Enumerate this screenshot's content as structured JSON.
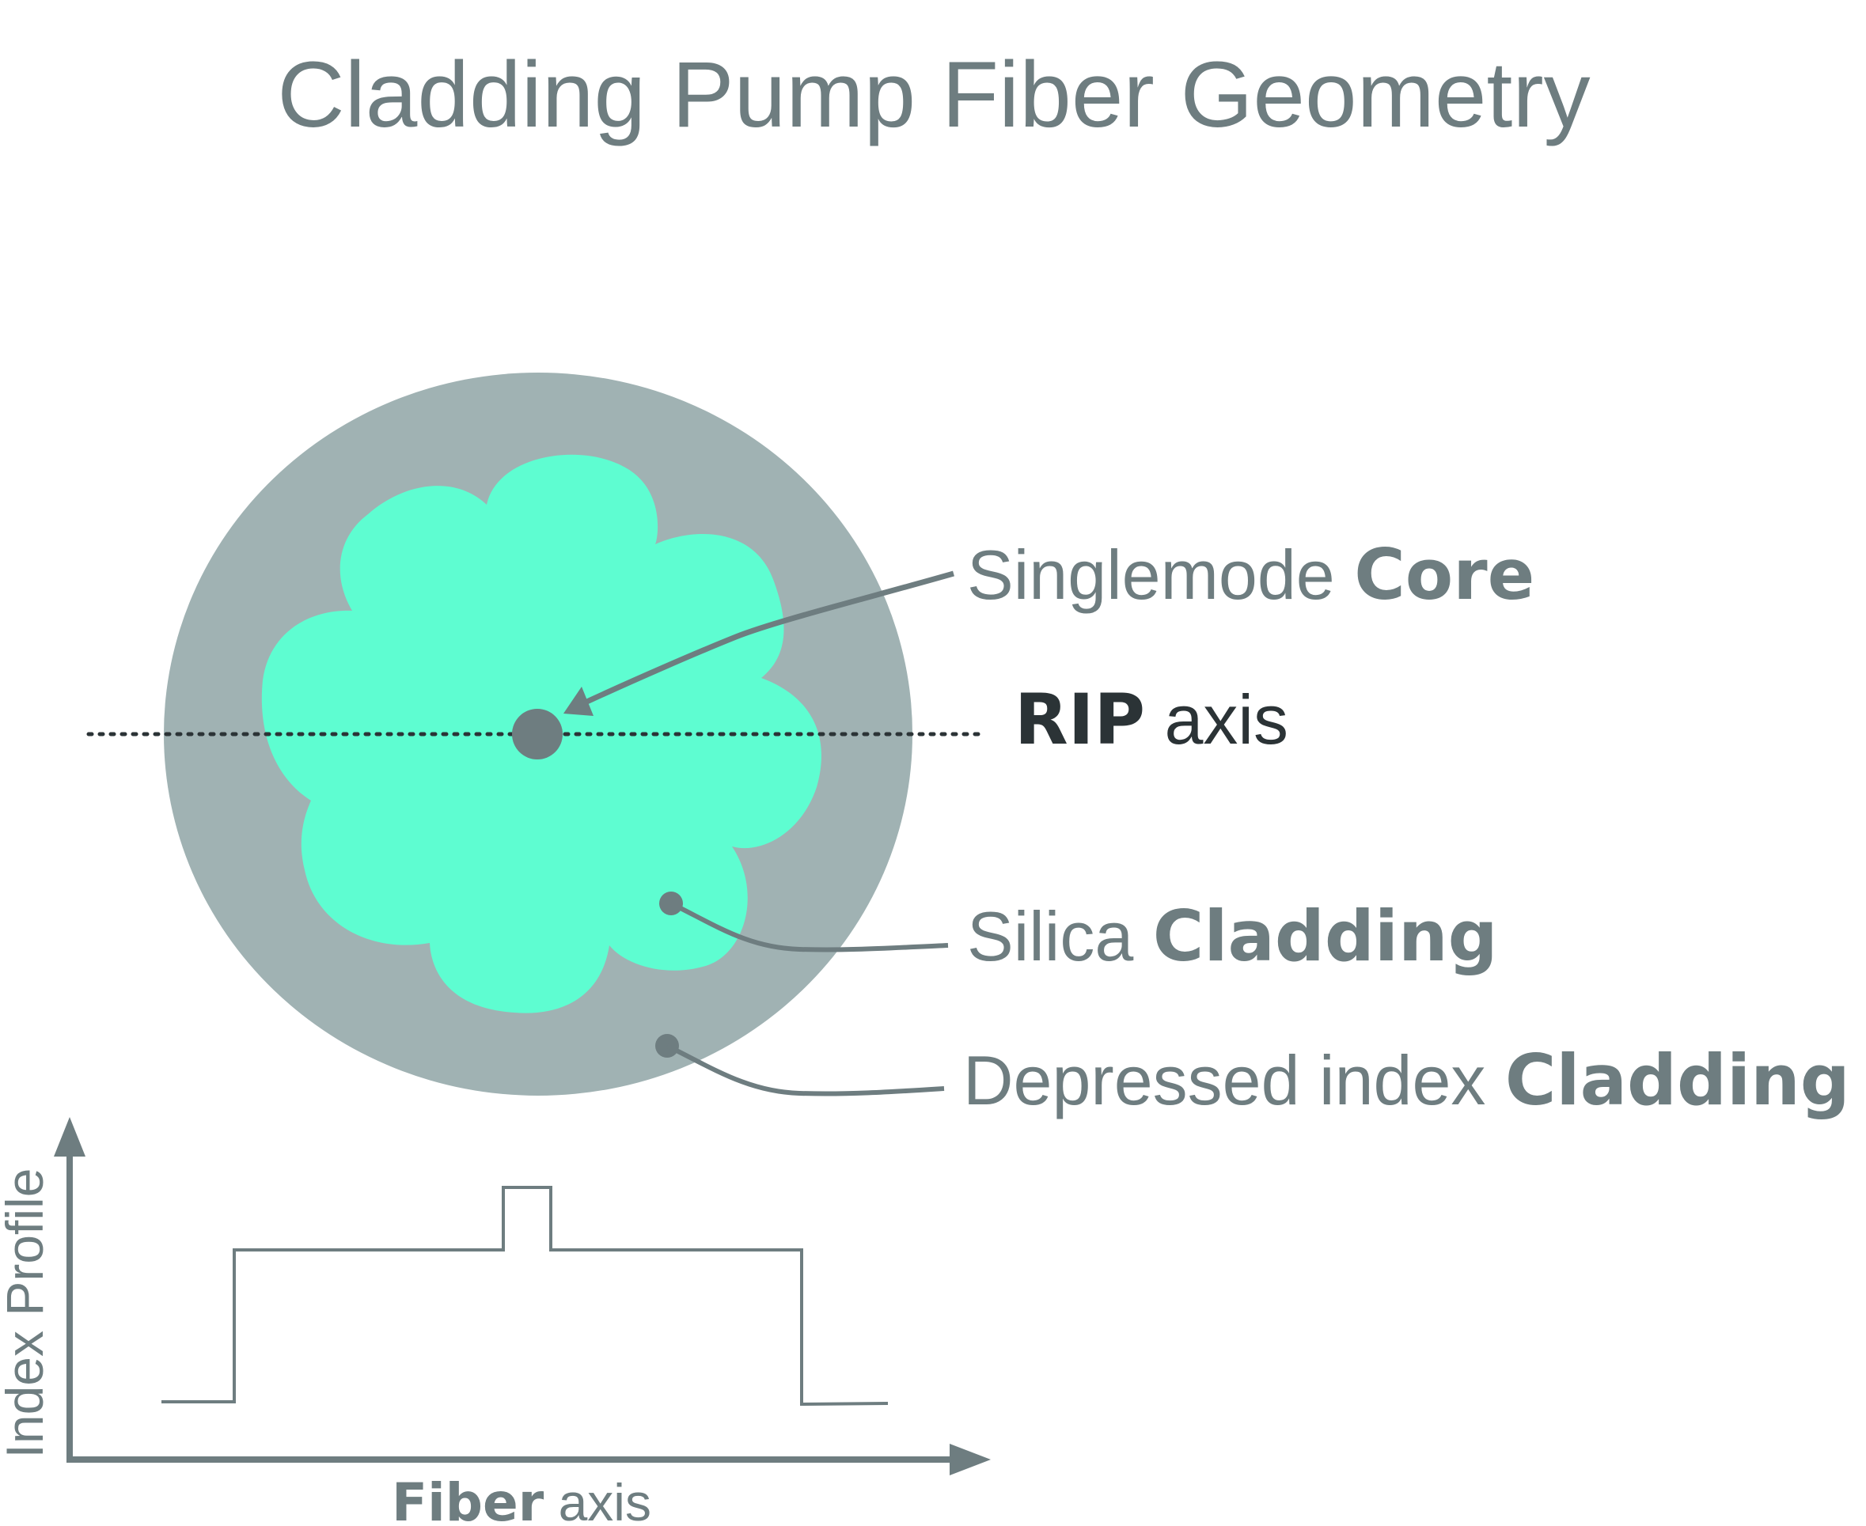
{
  "title": "Cladding Pump Fiber Geometry",
  "labels": {
    "core": {
      "prefix": "Singlemode ",
      "bold": "Core"
    },
    "rip": {
      "bold": "RIP",
      "suffix": " axis"
    },
    "silica": {
      "prefix": "Silica ",
      "bold": "Cladding"
    },
    "depressed": {
      "prefix": "Depressed index ",
      "bold": "Cladding"
    }
  },
  "plot": {
    "ylabel": "Index Profile",
    "xlabel_bold": "Fiber",
    "xlabel_rest": " axis"
  },
  "colors": {
    "outer_cladding": "#a0b2b3",
    "inner_cladding": "#5efdd1",
    "core": "#6e7d80",
    "text_gray": "#6e7d80",
    "text_dark": "#2b3336",
    "axis_dots": "#2b3336",
    "profile_line": "#6e7d80"
  }
}
